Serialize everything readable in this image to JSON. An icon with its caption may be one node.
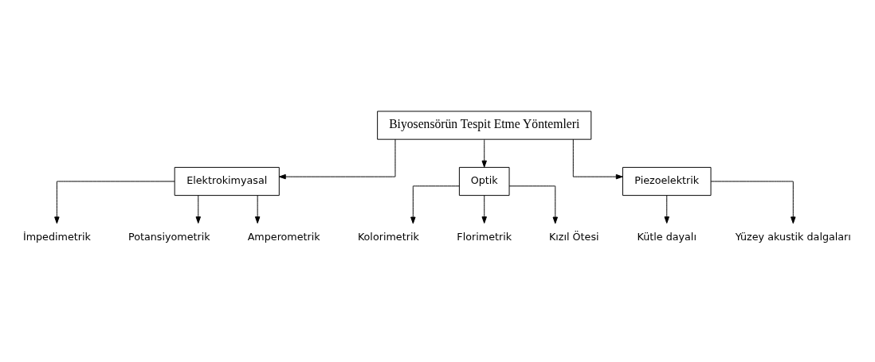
{
  "diagram": {
    "nodes": [
      {
        "text": [
          "Biyosensörün Tespit Etme Yöntemleri"
        ]
      },
      {
        "text": [
          "Elektrokimyasal"
        ]
      },
      {
        "text": [
          "Optik"
        ]
      },
      {
        "text": [
          "Piezoelektrik"
        ]
      },
      {
        "text": [
          "İmpedimetrik"
        ]
      },
      {
        "text": [
          "Potansiyometrik"
        ]
      },
      {
        "text": [
          "Amperometrik"
        ]
      },
      {
        "text": [
          "Kolorimetrik"
        ]
      },
      {
        "text": [
          "Florimetrik"
        ]
      },
      {
        "text": [
          "Kızıl Ötesi"
        ]
      },
      {
        "text": [
          "Kütle dayalı"
        ]
      },
      {
        "text": [
          "Yüzey akustik dalgaları"
        ]
      }
    ],
    "edges": [
      {
        "from": 0,
        "to": 1,
        "arrow": "to"
      },
      {
        "from": 0,
        "to": 2,
        "arrow": "to"
      },
      {
        "from": 0,
        "to": 3,
        "arrow": "to"
      },
      {
        "from": 1,
        "to": 4,
        "arrow": "to"
      },
      {
        "from": 1,
        "to": 5,
        "arrow": "to"
      },
      {
        "from": 1,
        "to": 6,
        "arrow": "to"
      },
      {
        "from": 2,
        "to": 7,
        "arrow": "to"
      },
      {
        "from": 2,
        "to": 8,
        "arrow": "to"
      },
      {
        "from": 2,
        "to": 9,
        "arrow": "to"
      },
      {
        "from": 3,
        "to": 10,
        "arrow": "to"
      },
      {
        "from": 3,
        "to": 11,
        "arrow": "to"
      }
    ]
  }
}
